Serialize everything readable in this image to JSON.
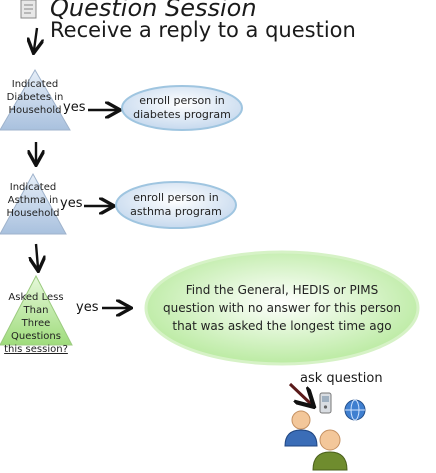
{
  "header": {
    "title": "Question Session",
    "subtitle": "Receive a reply to a question"
  },
  "steps": [
    {
      "condition": "Indicated\nDiabetes in\nHousehold",
      "branch": "yes",
      "action": "enroll person in\ndiabetes program"
    },
    {
      "condition": "Indicated\nAsthma in\nHousehold",
      "branch": "yes",
      "action": "enroll person in\nasthma program"
    },
    {
      "condition_line1": "Asked Less Than",
      "condition_line2": "Three Questions",
      "condition_line3": "this session?",
      "branch": "yes",
      "action": "Find the General, HEDIS or PIMS\nquestion with no answer for this person\nthat was asked the longest time ago"
    }
  ],
  "footer": {
    "ask_label": "ask question"
  },
  "colors": {
    "triangle_blue": "#bcd0e6",
    "triangle_green": "#bfe8a6",
    "oval_blue": "#d5e4f3",
    "oval_green": "#c9efb0",
    "accent_green": "#3aa35a"
  },
  "icons": [
    "document-icon",
    "people-icon",
    "phone-icon",
    "globe-icon"
  ]
}
